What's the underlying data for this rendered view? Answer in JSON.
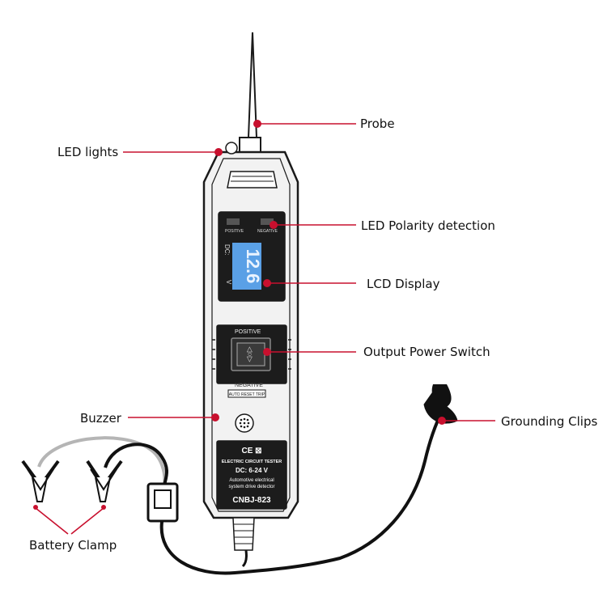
{
  "callouts": {
    "probe": "Probe",
    "led_lights": "LED lights",
    "led_polarity": "LED Polarity detection",
    "lcd_display": "LCD Display",
    "output_switch": "Output Power Switch",
    "buzzer": "Buzzer",
    "grounding_clips": "Grounding Clips",
    "battery_clamp": "Battery Clamp"
  },
  "device": {
    "indicator_left": "POSITIVE",
    "indicator_right": "NEGATIVE",
    "lcd_dc_label": "DC:",
    "lcd_value": "12.6",
    "lcd_unit": "V",
    "switch_positive": "POSITIVE",
    "switch_negative": "NEGATIVE",
    "reset_label": "AUTO RESET TRIP",
    "switch_symbol": "◁○▷",
    "marks": "CE ⊠",
    "label_title": "ELECTRIC CIRCUIT TESTER",
    "label_range": "DC: 6-24 V",
    "label_desc_1": "Automotive electrical",
    "label_desc_2": "system drive detector",
    "label_model": "CNBJ-823"
  },
  "colors": {
    "accent_red": "#c8102e",
    "outline": "#1a1a1a",
    "lcd_blue": "#5aa0e6"
  }
}
